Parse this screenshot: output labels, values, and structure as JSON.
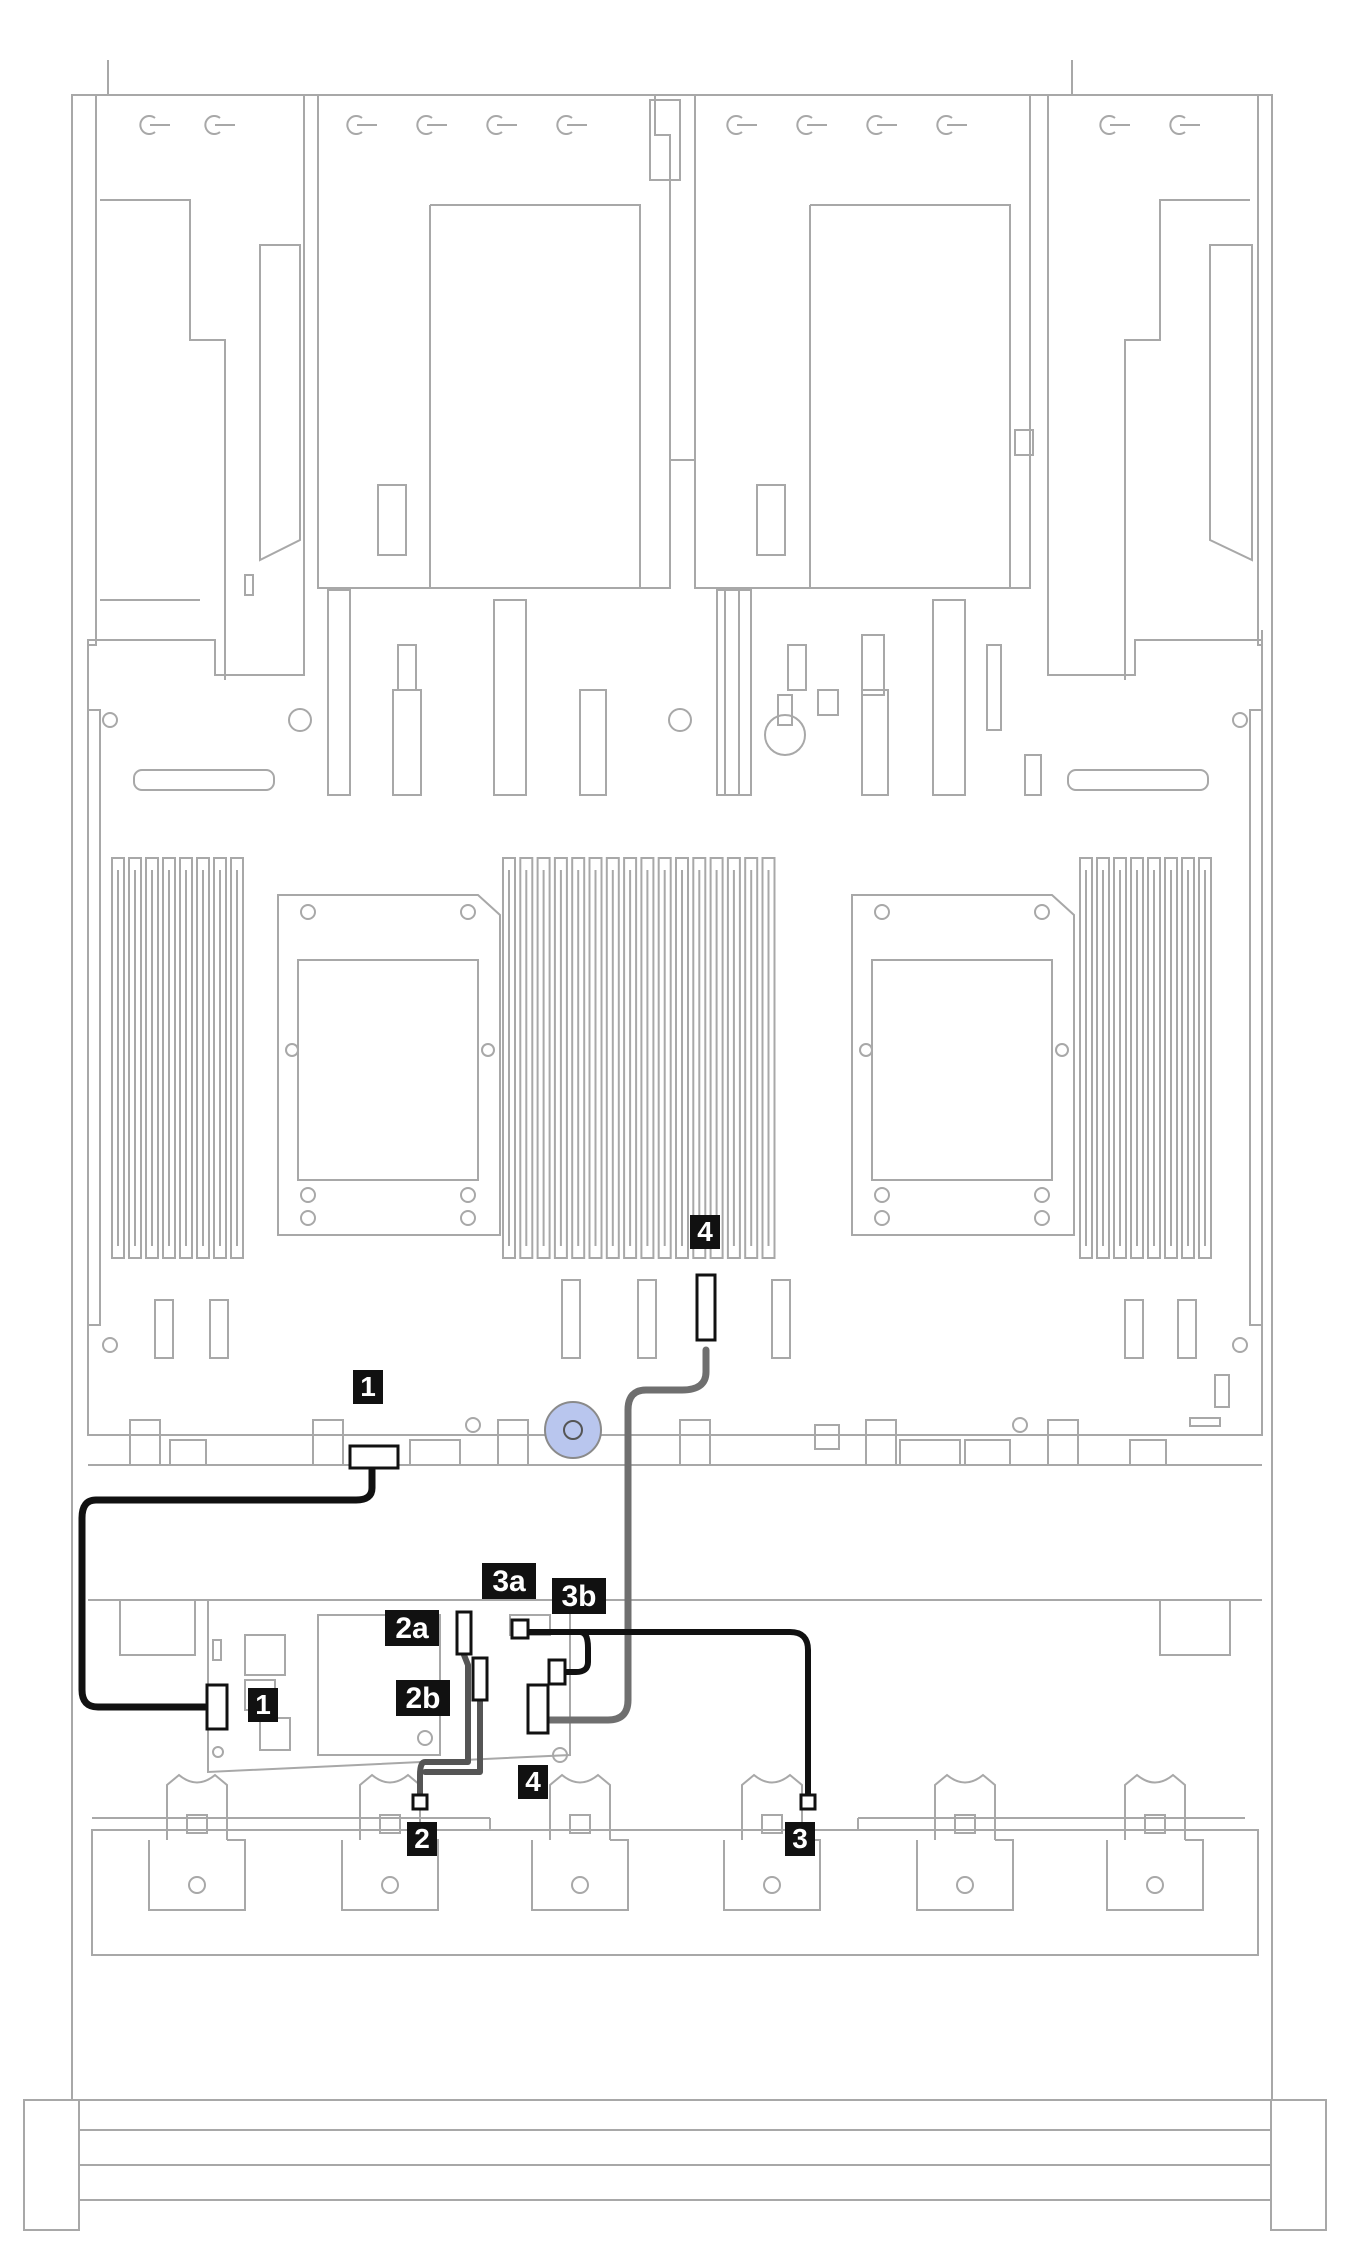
{
  "colors": {
    "outline": "#a8a8a8",
    "outline_dark": "#8a8a8a",
    "cable_black": "#111111",
    "cable_gray": "#6f6f6f",
    "callout_bg": "#111111",
    "callout_text": "#ffffff",
    "accent_blue": "#b9c6ee"
  },
  "callouts": {
    "c1_top": "1",
    "c1_left": "1",
    "c2a": "2a",
    "c2b": "2b",
    "c2": "2",
    "c3a": "3a",
    "c3b": "3b",
    "c3": "3",
    "c4_top": "4",
    "c4_bottom": "4"
  }
}
